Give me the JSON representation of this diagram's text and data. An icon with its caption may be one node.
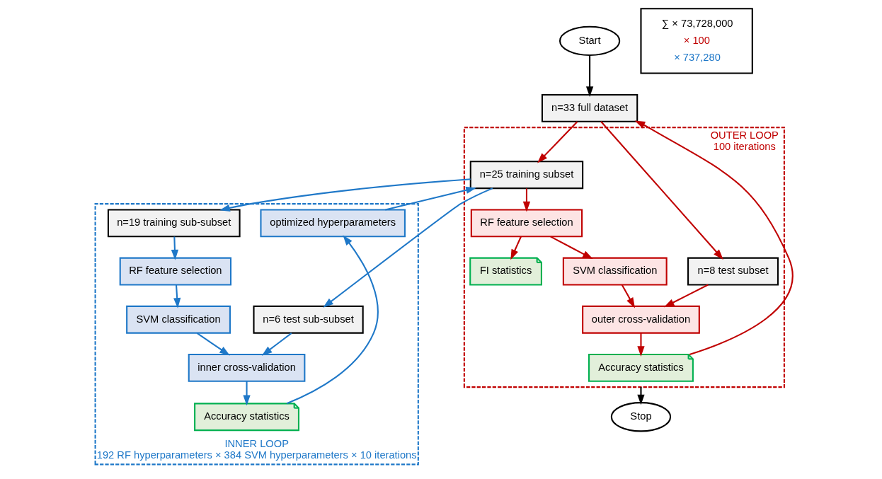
{
  "diagram": {
    "nodes": [
      {
        "text": [
          "Start"
        ]
      },
      {
        "text": [
          "n=33 full dataset"
        ]
      },
      {
        "text": [
          "OUTER LOOP",
          "100 iterations"
        ]
      },
      {
        "text": [
          "n=8 test subset"
        ],
        "in": 2
      },
      {
        "text": [
          "n=25 training subset"
        ],
        "in": 2
      },
      {
        "text": [
          "RF feature selection"
        ],
        "in": 2
      },
      {
        "text": [
          "FI statistics"
        ],
        "in": 2
      },
      {
        "text": [
          "SVM classification"
        ],
        "in": 2
      },
      {
        "text": [
          "outer cross-validation"
        ],
        "in": 2
      },
      {
        "text": [
          "Accuracy statistics"
        ],
        "in": 2
      },
      {
        "text": [
          "Stop"
        ]
      },
      {
        "text": [
          "∑ × 73,728,000",
          "× 100",
          "× 737,280"
        ]
      },
      {
        "text": [
          "INNER LOOP",
          "192 RF hyperparameters × 384 SVM hyperparameters × 10 iterations"
        ]
      },
      {
        "text": [
          "optimized hyperparameters"
        ],
        "in": 12
      },
      {
        "text": [
          "n=19 training sub-subset"
        ],
        "in": 12
      },
      {
        "text": [
          "RF feature selection"
        ],
        "in": 12
      },
      {
        "text": [
          "SVM classification"
        ],
        "in": 12
      },
      {
        "text": [
          "n=6 test sub-subset"
        ],
        "in": 12
      },
      {
        "text": [
          "inner cross-validation"
        ],
        "in": 12
      },
      {
        "text": [
          "Accuracy statistics"
        ],
        "in": 12
      }
    ],
    "edges": [
      {
        "from": 0,
        "to": 1,
        "arrow": "to",
        "color": "#000000"
      },
      {
        "from": 1,
        "to": 3,
        "arrow": "to"
      },
      {
        "from": 1,
        "to": 4,
        "arrow": "to"
      },
      {
        "from": 4,
        "to": 5,
        "arrow": "to"
      },
      {
        "from": 5,
        "to": 6,
        "arrow": "to"
      },
      {
        "from": 5,
        "to": 7,
        "arrow": "to"
      },
      {
        "from": 7,
        "to": 8,
        "arrow": "to"
      },
      {
        "from": 3,
        "to": 8,
        "arrow": "to"
      },
      {
        "from": 8,
        "to": 9,
        "arrow": "to"
      },
      {
        "from": 9,
        "to": 1,
        "arrow": "to"
      },
      {
        "from": 2,
        "to": 10,
        "arrow": "to",
        "color": "#000000"
      },
      {
        "from": 4,
        "to": 14,
        "arrow": "to",
        "color": "#1f78c8"
      },
      {
        "from": 4,
        "to": 17,
        "arrow": "to",
        "color": "#1f78c8"
      },
      {
        "from": 14,
        "to": 15,
        "arrow": "to",
        "color": "#1f78c8"
      },
      {
        "from": 15,
        "to": 16,
        "arrow": "to",
        "color": "#1f78c8"
      },
      {
        "from": 16,
        "to": 18,
        "arrow": "to",
        "color": "#1f78c8"
      },
      {
        "from": 17,
        "to": 18,
        "arrow": "to",
        "color": "#1f78c8"
      },
      {
        "from": 18,
        "to": 19,
        "arrow": "to",
        "color": "#1f78c8"
      },
      {
        "from": 19,
        "to": 13,
        "arrow": "to",
        "color": "#1f78c8"
      },
      {
        "from": 13,
        "to": 4,
        "arrow": "to",
        "color": "#1f78c8"
      }
    ]
  }
}
